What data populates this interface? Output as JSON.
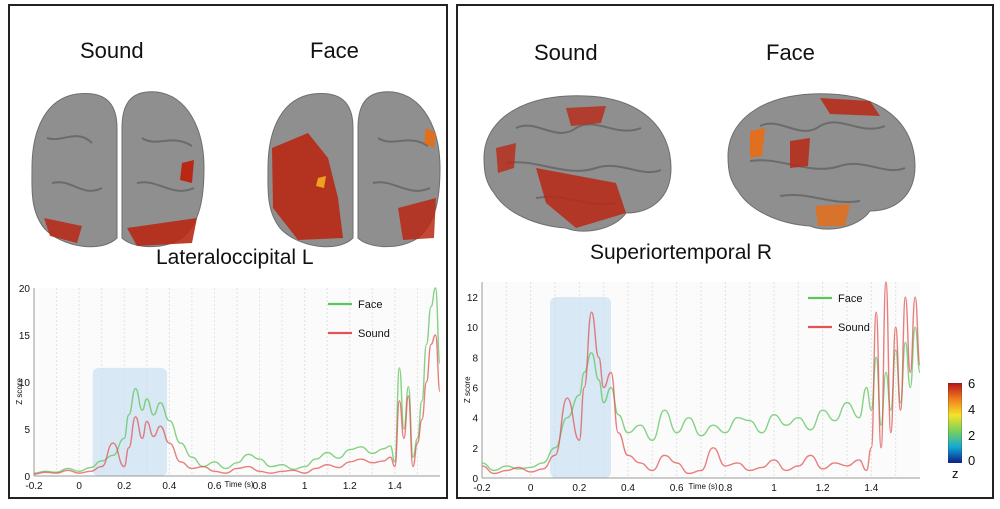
{
  "colors": {
    "face": "#5cc65c",
    "sound": "#e05555",
    "window": "#c9dff2",
    "brain": "#8f8f8f",
    "activation": "#b82814"
  },
  "panels": {
    "left": {
      "sound_label": "Sound",
      "face_label": "Face",
      "region_title": "Lateraloccipital L"
    },
    "right": {
      "sound_label": "Sound",
      "face_label": "Face",
      "region_title": "Superiortemporal R"
    }
  },
  "colorbar": {
    "ticks": [
      "6",
      "4",
      "2",
      "0"
    ],
    "label": "z",
    "colors": [
      "#0b1f8a",
      "#12a9d6",
      "#7bd05a",
      "#f5e32a",
      "#f07d1b",
      "#b8141a"
    ]
  },
  "chart_data": [
    {
      "type": "line",
      "title": "",
      "xlabel": "Time (s)",
      "ylabel": "Z score",
      "xlim": [
        -0.2,
        1.6
      ],
      "ylim": [
        0,
        20
      ],
      "xticks": [
        "-0.2",
        "0",
        "0.2",
        "0.4",
        "0.6",
        "0.8",
        "1",
        "1.2",
        "1.4"
      ],
      "xtick_values": [
        -0.2,
        0,
        0.2,
        0.4,
        0.6,
        0.8,
        1.0,
        1.2,
        1.4
      ],
      "yticks": [
        "0",
        "5",
        "10",
        "15",
        "20"
      ],
      "ytick_values": [
        0,
        5,
        10,
        15,
        20
      ],
      "grid": "vertical",
      "legend": "top-right",
      "highlight_window": {
        "x": [
          0.06,
          0.39
        ],
        "y": [
          0,
          11.5
        ]
      },
      "series": [
        {
          "name": "Face",
          "x": [
            -0.2,
            -0.15,
            -0.1,
            -0.05,
            0,
            0.05,
            0.1,
            0.15,
            0.2,
            0.22,
            0.25,
            0.28,
            0.3,
            0.33,
            0.36,
            0.4,
            0.45,
            0.5,
            0.55,
            0.6,
            0.65,
            0.7,
            0.75,
            0.8,
            0.85,
            0.9,
            0.95,
            1.0,
            1.05,
            1.1,
            1.15,
            1.2,
            1.25,
            1.3,
            1.35,
            1.38,
            1.4,
            1.42,
            1.44,
            1.46,
            1.48,
            1.5,
            1.52,
            1.54,
            1.56,
            1.58,
            1.6
          ],
          "y": [
            0.3,
            0.5,
            0.4,
            0.8,
            0.5,
            0.9,
            1.6,
            2.2,
            4.0,
            6.5,
            9.3,
            7.0,
            8.2,
            6.5,
            7.8,
            5.9,
            3.5,
            2.0,
            1.0,
            1.5,
            0.8,
            1.4,
            2.3,
            1.8,
            1.0,
            1.2,
            0.7,
            1.0,
            1.8,
            2.5,
            1.9,
            2.8,
            3.1,
            2.4,
            2.9,
            3.2,
            1.5,
            11.5,
            5.0,
            9.5,
            2.0,
            4.0,
            8.0,
            14.0,
            18.0,
            20.0,
            12.0
          ]
        },
        {
          "name": "Sound",
          "x": [
            -0.2,
            -0.15,
            -0.1,
            -0.05,
            0,
            0.05,
            0.1,
            0.15,
            0.2,
            0.22,
            0.25,
            0.28,
            0.3,
            0.33,
            0.36,
            0.4,
            0.45,
            0.5,
            0.55,
            0.6,
            0.65,
            0.7,
            0.75,
            0.8,
            0.85,
            0.9,
            0.95,
            1.0,
            1.05,
            1.1,
            1.15,
            1.2,
            1.25,
            1.3,
            1.35,
            1.38,
            1.4,
            1.42,
            1.44,
            1.46,
            1.48,
            1.5,
            1.52,
            1.54,
            1.56,
            1.58,
            1.6
          ],
          "y": [
            0.2,
            0.4,
            0.3,
            0.6,
            0.3,
            0.5,
            1.0,
            3.5,
            1.0,
            3.0,
            6.3,
            4.0,
            5.8,
            4.2,
            5.3,
            3.5,
            1.5,
            0.8,
            1.0,
            0.5,
            0.3,
            0.8,
            1.0,
            0.5,
            0.3,
            0.5,
            0.6,
            0.3,
            0.8,
            1.2,
            0.9,
            1.5,
            1.8,
            1.4,
            1.6,
            2.0,
            1.0,
            8.0,
            4.0,
            8.5,
            1.0,
            3.5,
            6.0,
            10.0,
            14.0,
            15.0,
            9.0
          ]
        }
      ]
    },
    {
      "type": "line",
      "title": "",
      "xlabel": "Time (s)",
      "ylabel": "Z score",
      "xlim": [
        -0.2,
        1.6
      ],
      "ylim": [
        0,
        13
      ],
      "xticks": [
        "-0.2",
        "0",
        "0.2",
        "0.4",
        "0.6",
        "0.8",
        "1",
        "1.2",
        "1.4"
      ],
      "xtick_values": [
        -0.2,
        0,
        0.2,
        0.4,
        0.6,
        0.8,
        1.0,
        1.2,
        1.4
      ],
      "yticks": [
        "0",
        "2",
        "4",
        "6",
        "8",
        "10",
        "12"
      ],
      "ytick_values": [
        0,
        2,
        4,
        6,
        8,
        10,
        12
      ],
      "grid": "vertical",
      "legend": "top-right",
      "highlight_window": {
        "x": [
          0.08,
          0.33
        ],
        "y": [
          0,
          12
        ]
      },
      "series": [
        {
          "name": "Face",
          "x": [
            -0.2,
            -0.15,
            -0.1,
            -0.05,
            0,
            0.05,
            0.1,
            0.15,
            0.2,
            0.22,
            0.25,
            0.28,
            0.3,
            0.33,
            0.36,
            0.4,
            0.45,
            0.5,
            0.55,
            0.6,
            0.65,
            0.7,
            0.75,
            0.8,
            0.85,
            0.9,
            0.95,
            1.0,
            1.05,
            1.1,
            1.15,
            1.2,
            1.25,
            1.3,
            1.35,
            1.38,
            1.4,
            1.42,
            1.44,
            1.46,
            1.48,
            1.5,
            1.52,
            1.54,
            1.56,
            1.58,
            1.6
          ],
          "y": [
            1.0,
            0.5,
            0.8,
            0.6,
            0.7,
            1.0,
            2.0,
            4.0,
            5.5,
            7.0,
            8.3,
            6.5,
            5.0,
            6.0,
            4.2,
            3.0,
            3.5,
            2.5,
            4.5,
            3.0,
            4.0,
            2.8,
            3.5,
            3.0,
            4.0,
            3.8,
            3.0,
            4.2,
            3.5,
            4.0,
            3.2,
            4.5,
            3.8,
            5.0,
            4.0,
            6.0,
            4.5,
            8.0,
            3.5,
            7.0,
            4.5,
            8.5,
            5.0,
            9.0,
            6.0,
            10.0,
            7.0
          ]
        },
        {
          "name": "Sound",
          "x": [
            -0.2,
            -0.15,
            -0.1,
            -0.05,
            0,
            0.05,
            0.1,
            0.15,
            0.2,
            0.22,
            0.25,
            0.28,
            0.3,
            0.33,
            0.36,
            0.4,
            0.45,
            0.5,
            0.55,
            0.6,
            0.65,
            0.7,
            0.75,
            0.8,
            0.85,
            0.9,
            0.95,
            1.0,
            1.05,
            1.1,
            1.15,
            1.2,
            1.25,
            1.3,
            1.35,
            1.38,
            1.4,
            1.42,
            1.44,
            1.46,
            1.48,
            1.5,
            1.52,
            1.54,
            1.56,
            1.58,
            1.6
          ],
          "y": [
            0.8,
            0.3,
            0.5,
            0.7,
            0.4,
            0.6,
            1.5,
            5.3,
            2.5,
            6.0,
            11.0,
            8.0,
            6.0,
            7.0,
            3.0,
            1.5,
            1.0,
            0.5,
            1.5,
            1.0,
            0.3,
            0.5,
            2.0,
            0.8,
            1.0,
            0.5,
            0.7,
            1.2,
            0.5,
            0.8,
            1.5,
            0.6,
            1.0,
            0.8,
            1.2,
            0.5,
            2.0,
            11.0,
            2.0,
            13.0,
            3.0,
            10.0,
            4.5,
            12.0,
            7.0,
            12.0,
            7.5
          ]
        }
      ]
    }
  ]
}
